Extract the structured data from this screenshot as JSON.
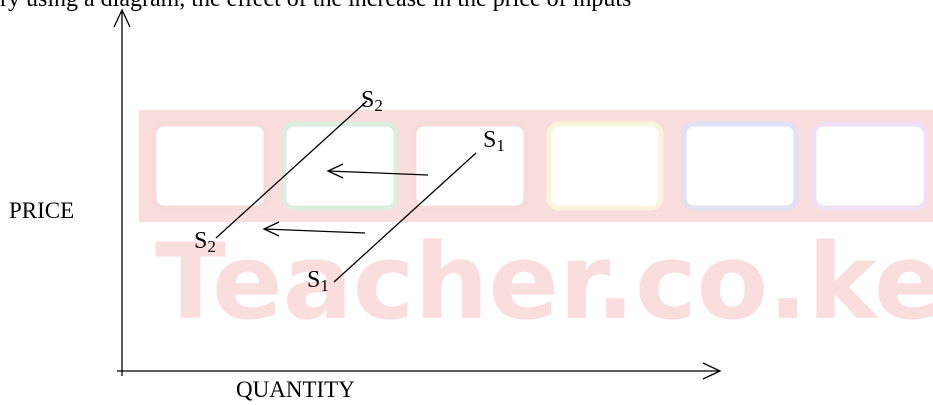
{
  "heading_text": "ry using a diagram, the effect of the increase in the price of inputs",
  "watermark": {
    "text": "Teacher.co.ke",
    "color": "#e23b3b"
  },
  "axes": {
    "y_label": "PRICE",
    "x_label": "QUANTITY"
  },
  "curves": [
    {
      "name": "S",
      "sub": "2",
      "position": "upper-end"
    },
    {
      "name": "S",
      "sub": "2",
      "position": "lower-end"
    },
    {
      "name": "S",
      "sub": "1",
      "position": "upper-end"
    },
    {
      "name": "S",
      "sub": "1",
      "position": "lower-end"
    }
  ],
  "shift_direction": "left",
  "colors": {
    "ink": "#000000",
    "watermark_red": "#e23b3b",
    "frame_red": "#d94141",
    "frame_green": "#4aa35a",
    "frame_yellow": "#e3c63a",
    "frame_blue": "#5b6bd1",
    "frame_purple": "#b65bc9"
  }
}
